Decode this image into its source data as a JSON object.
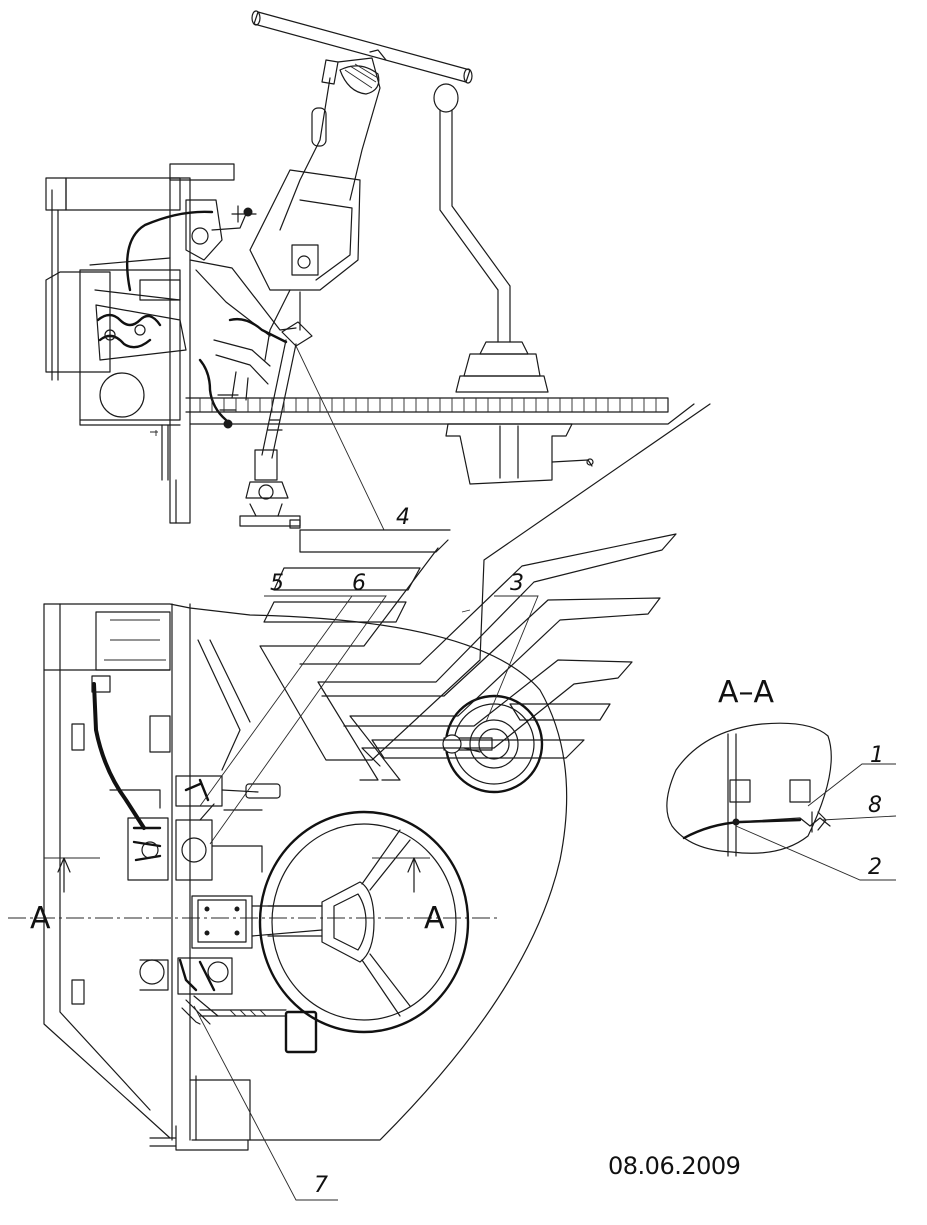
{
  "callouts": {
    "c1": "1",
    "c2": "2",
    "c3": "3",
    "c4": "4",
    "c5": "5",
    "c6": "6",
    "c7": "7",
    "c8": "8"
  },
  "section": {
    "title": "A–A",
    "marker_left": "A",
    "marker_right": "A"
  },
  "date_stamp": "08.06.2009"
}
